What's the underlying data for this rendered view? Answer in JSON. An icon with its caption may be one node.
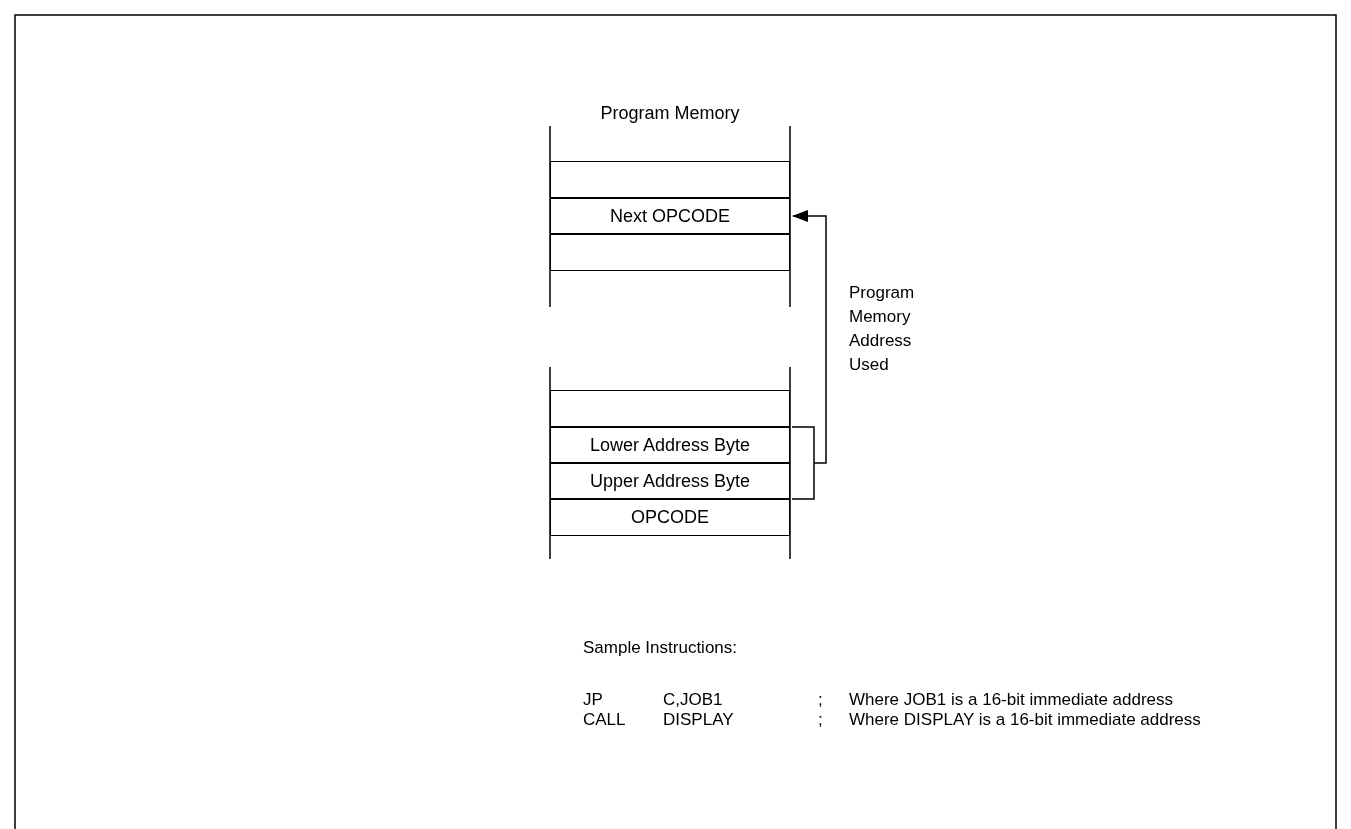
{
  "diagram": {
    "title": "Program Memory",
    "nodes": [
      {
        "text": [],
        "shape": "box"
      },
      {
        "text": [
          "Next OPCODE"
        ]
      },
      {
        "text": [],
        "shape": "box"
      },
      {
        "text": [],
        "shape": "box"
      },
      {
        "text": [
          "Lower Address Byte"
        ]
      },
      {
        "text": [
          "Upper Address Byte"
        ]
      },
      {
        "text": [
          "OPCODE"
        ]
      }
    ],
    "edges": [
      {
        "from": 4,
        "to": 1,
        "arrow": "to"
      },
      {
        "from": 5,
        "to": 1,
        "arrow": "to"
      }
    ],
    "labels": [
      "Program Memory Address Used",
      "Sample Instructions:",
      "JP",
      "C,JOB1",
      ";",
      "Where JOB1 is a 16-bit immediate address",
      "CALL",
      "DISPLAY",
      ";",
      "Where DISPLAY is a 16-bit immediate address"
    ]
  }
}
